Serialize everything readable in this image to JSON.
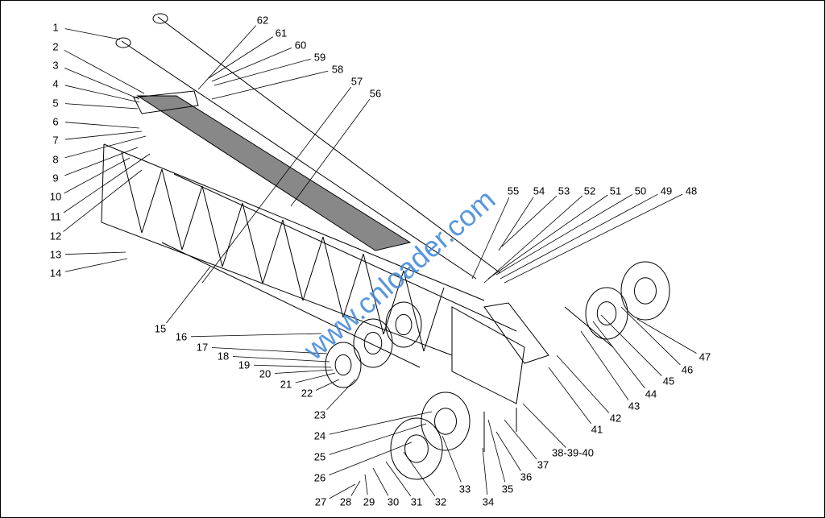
{
  "diagram": {
    "callouts": [
      "1",
      "2",
      "3",
      "4",
      "5",
      "6",
      "7",
      "8",
      "9",
      "10",
      "11",
      "12",
      "13",
      "14",
      "15",
      "16",
      "17",
      "18",
      "19",
      "20",
      "21",
      "22",
      "23",
      "24",
      "25",
      "26",
      "27",
      "28",
      "29",
      "30",
      "31",
      "32",
      "33",
      "34",
      "35",
      "36",
      "37",
      "38-39-40",
      "41",
      "42",
      "43",
      "44",
      "45",
      "46",
      "47",
      "48",
      "49",
      "50",
      "51",
      "52",
      "53",
      "54",
      "55",
      "56",
      "57",
      "58",
      "59",
      "60",
      "61",
      "62"
    ],
    "watermark": "www.cnloader.com"
  }
}
